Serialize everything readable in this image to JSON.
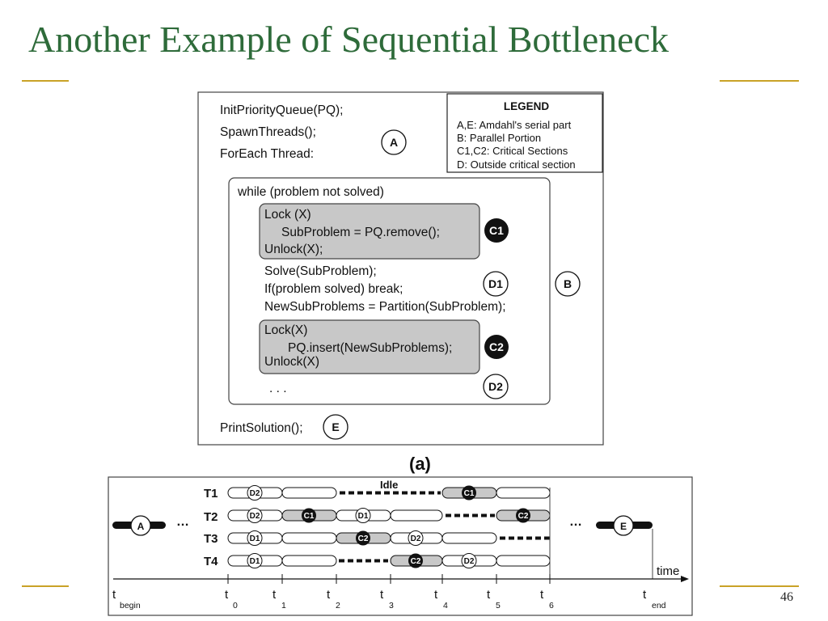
{
  "slide": {
    "title": "Another Example of Sequential Bottleneck",
    "page_number": "46"
  },
  "code": {
    "init": "InitPriorityQueue(PQ);",
    "spawn": "SpawnThreads();",
    "foreach": "ForEach Thread:",
    "while": "while (problem not solved)",
    "c1_lock": "Lock (X)",
    "c1_body": "SubProblem = PQ.remove();",
    "c1_unlock": "Unlock(X);",
    "solve": "Solve(SubProblem);",
    "if_break": "If(problem solved) break;",
    "partition": "NewSubProblems = Partition(SubProblem);",
    "c2_lock": "Lock(X)",
    "c2_body": "PQ.insert(NewSubProblems);",
    "c2_unlock": "Unlock(X)",
    "dots": ". . .",
    "print": "PrintSolution();"
  },
  "markers": {
    "a": "A",
    "b": "B",
    "c1": "C1",
    "c2": "C2",
    "d1": "D1",
    "d2": "D2",
    "e": "E"
  },
  "legend": {
    "title": "LEGEND",
    "items": [
      "A,E:  Amdahl's serial part",
      "B:  Parallel Portion",
      "C1,C2: Critical Sections",
      "D: Outside critical section"
    ]
  },
  "caption": "(a)",
  "timeline": {
    "idle_label": "Idle",
    "threads": [
      "T1",
      "T2",
      "T3",
      "T4"
    ],
    "time_label": "time",
    "ellipsis": "…",
    "tick_main": "t",
    "ticks": [
      "begin",
      "0",
      "1",
      "2",
      "3",
      "4",
      "5",
      "6",
      "end"
    ]
  },
  "colors": {
    "title": "#2e6b3a",
    "rule": "#c9a227",
    "critical_fill": "#c8c8c8"
  }
}
